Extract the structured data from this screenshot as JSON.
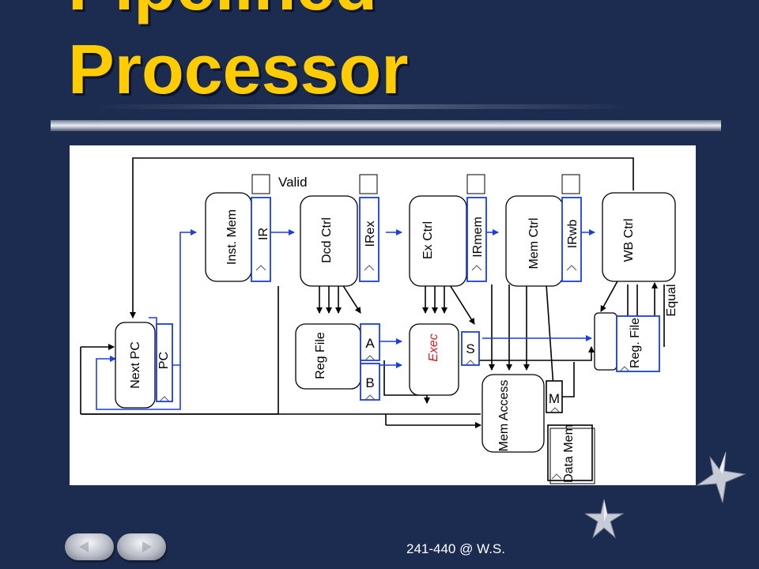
{
  "title": {
    "line1": "Pipelined",
    "line2": "Processor"
  },
  "footer": "241-440 @ W.S.",
  "diagram": {
    "valid_label": "Valid",
    "blocks": {
      "next_pc": "Next PC",
      "pc": "PC",
      "inst_mem": "Inst. Mem",
      "ir": "IR",
      "dcd_ctrl": "Dcd Ctrl",
      "irex": "IRex",
      "ex_ctrl": "Ex Ctrl",
      "irmem": "IRmem",
      "mem_ctrl": "Mem Ctrl",
      "irwb": "IRwb",
      "wb_ctrl": "WB Ctrl",
      "reg_file": "Reg File",
      "a": "A",
      "b": "B",
      "exec": "Exec",
      "s": "S",
      "mem_access": "Mem Access",
      "m": "M",
      "data_mem": "Data Mem",
      "reg_file_wb": "Reg. File",
      "equal": "Equal"
    },
    "colors": {
      "pipeline_register": "#1a3fe0",
      "exec_label": "#e01818",
      "line": "#000000"
    }
  },
  "icons": [
    "prev-arrow-icon",
    "next-arrow-icon",
    "star-icon"
  ]
}
